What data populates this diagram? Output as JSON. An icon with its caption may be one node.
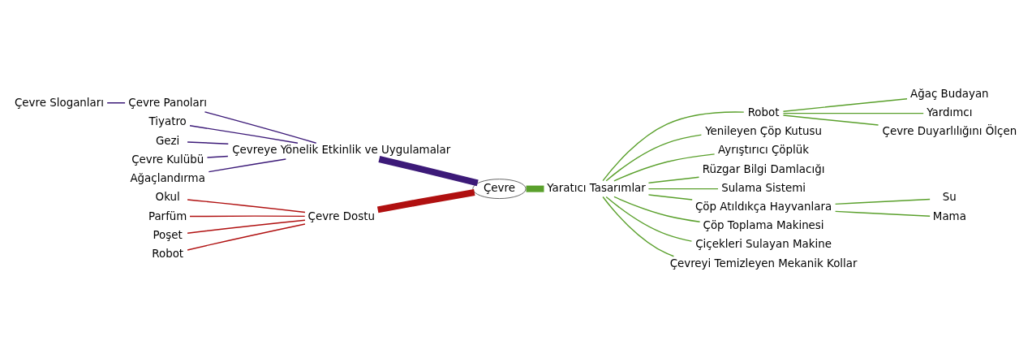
{
  "diagram": {
    "nodes": [
      {
        "text": [
          "Çevre"
        ]
      },
      {
        "text": [
          "Çevreye Yönelik Etkinlik ve Uygulamalar"
        ]
      },
      {
        "text": [
          "Çevre Panoları"
        ]
      },
      {
        "text": [
          "Çevre Sloganları"
        ]
      },
      {
        "text": [
          "Tiyatro"
        ]
      },
      {
        "text": [
          "Gezi"
        ]
      },
      {
        "text": [
          "Çevre Kulübü"
        ]
      },
      {
        "text": [
          "Ağaçlandırma"
        ]
      },
      {
        "text": [
          "Yaratıcı Tasarımlar"
        ]
      },
      {
        "text": [
          "Robot"
        ]
      },
      {
        "text": [
          "Ağaç Budayan"
        ]
      },
      {
        "text": [
          "Yardımcı"
        ]
      },
      {
        "text": [
          "Çevre Duyarlılığını Ölçen"
        ]
      },
      {
        "text": [
          "Yenileyen Çöp Kutusu"
        ]
      },
      {
        "text": [
          "Ayrıştırıcı Çöplük"
        ]
      },
      {
        "text": [
          "Rüzgar Bilgi Damlacığı"
        ]
      },
      {
        "text": [
          "Sulama Sistemi"
        ]
      },
      {
        "text": [
          "Çöp Atıldıkça Hayvanlara"
        ]
      },
      {
        "text": [
          "Su"
        ]
      },
      {
        "text": [
          "Mama"
        ]
      },
      {
        "text": [
          "Çöp Toplama Makinesi"
        ]
      },
      {
        "text": [
          "Çiçekleri Sulayan Makine"
        ]
      },
      {
        "text": [
          "Çevreyi Temizleyen Mekanik Kollar"
        ]
      },
      {
        "text": [
          "Çevre Dostu"
        ]
      },
      {
        "text": [
          "Okul"
        ]
      },
      {
        "text": [
          "Parfüm"
        ]
      },
      {
        "text": [
          "Poşet"
        ]
      },
      {
        "text": [
          "Robot"
        ]
      }
    ],
    "edges": [
      {
        "from": 0,
        "to": 1,
        "arrow": "none",
        "style": "thick",
        "color": "#3c1a78"
      },
      {
        "from": 1,
        "to": 2,
        "arrow": "none",
        "color": "#3c1a78"
      },
      {
        "from": 2,
        "to": 3,
        "arrow": "none",
        "color": "#3c1a78"
      },
      {
        "from": 1,
        "to": 4,
        "arrow": "none",
        "color": "#3c1a78"
      },
      {
        "from": 1,
        "to": 5,
        "arrow": "none",
        "color": "#3c1a78"
      },
      {
        "from": 1,
        "to": 6,
        "arrow": "none",
        "color": "#3c1a78"
      },
      {
        "from": 1,
        "to": 7,
        "arrow": "none",
        "color": "#3c1a78"
      },
      {
        "from": 0,
        "to": 8,
        "arrow": "none",
        "style": "thick"
      },
      {
        "from": 8,
        "to": 9,
        "arrow": "none"
      },
      {
        "from": 9,
        "to": 10,
        "arrow": "none"
      },
      {
        "from": 9,
        "to": 11,
        "arrow": "none"
      },
      {
        "from": 9,
        "to": 12,
        "arrow": "none"
      },
      {
        "from": 8,
        "to": 13,
        "arrow": "none"
      },
      {
        "from": 8,
        "to": 14,
        "arrow": "none"
      },
      {
        "from": 8,
        "to": 15,
        "arrow": "none"
      },
      {
        "from": 8,
        "to": 16,
        "arrow": "none"
      },
      {
        "from": 8,
        "to": 17,
        "arrow": "none"
      },
      {
        "from": 17,
        "to": 18,
        "arrow": "none"
      },
      {
        "from": 17,
        "to": 19,
        "arrow": "none"
      },
      {
        "from": 8,
        "to": 20,
        "arrow": "none"
      },
      {
        "from": 8,
        "to": 21,
        "arrow": "none"
      },
      {
        "from": 8,
        "to": 22,
        "arrow": "none"
      },
      {
        "from": 0,
        "to": 23,
        "arrow": "none",
        "style": "thick",
        "color": "#b01010"
      },
      {
        "from": 23,
        "to": 24,
        "arrow": "none",
        "color": "#b01010"
      },
      {
        "from": 23,
        "to": 25,
        "arrow": "none",
        "color": "#b01010"
      },
      {
        "from": 23,
        "to": 26,
        "arrow": "none",
        "color": "#b01010"
      },
      {
        "from": 23,
        "to": 27,
        "arrow": "none",
        "color": "#b01010"
      }
    ]
  }
}
